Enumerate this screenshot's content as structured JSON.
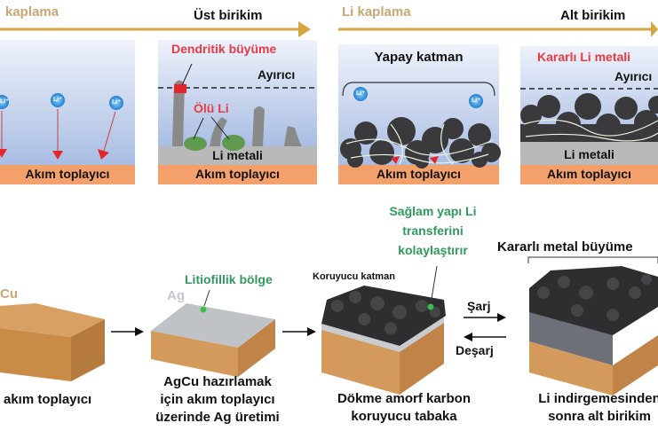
{
  "top": {
    "arrow1": {
      "left_label": "kaplama",
      "right_label": "Üst birikim"
    },
    "arrow2": {
      "left_label": "Li kaplama",
      "right_label": "Alt birikim"
    },
    "panels": [
      {
        "collector": "Akım toplayıcı",
        "ion": "Li⁺"
      },
      {
        "title": "Dendritik büyüme",
        "separator": "Ayırıcı",
        "dead_li": "Ölü Li",
        "metal": "Li metali",
        "collector": "Akım toplayıcı"
      },
      {
        "title": "Yapay katman",
        "ion": "Li⁺",
        "collector": "Akım toplayıcı"
      },
      {
        "title": "Kararlı Li metali",
        "separator": "Ayırıcı",
        "metal": "Li metali",
        "collector": "Akım toplayıcı"
      }
    ]
  },
  "bottom": {
    "step1": {
      "material": "Cu",
      "caption": "akım toplayıcı"
    },
    "step2": {
      "material": "Ag",
      "callout": "Litiofillik bölge",
      "caption": [
        "AgCu hazırlamak",
        "için akım toplayıcı",
        "üzerinde Ag üretimi"
      ]
    },
    "step3": {
      "layer_label": "Koruyucu katman",
      "callout": [
        "Sağlam yapı Li",
        "transferini",
        "kolaylaştırır"
      ],
      "caption": [
        "Dökme amorf karbon",
        "koruyucu tabaka"
      ]
    },
    "cycle": {
      "charge": "Şarj",
      "discharge": "Deşarj"
    },
    "step4": {
      "title": "Kararlı metal büyüme",
      "caption": [
        "Li indirgemesinden",
        "sonra alt birikim"
      ]
    }
  },
  "colors": {
    "arrow": "#d4a640",
    "collector": "#f4a06a",
    "metal": "#b9b9b9",
    "copper": "#d49a5c",
    "silver": "#b8bcc2",
    "carbon": "#2e2e30",
    "red": "#e83a42",
    "green": "#2e9a5c"
  }
}
